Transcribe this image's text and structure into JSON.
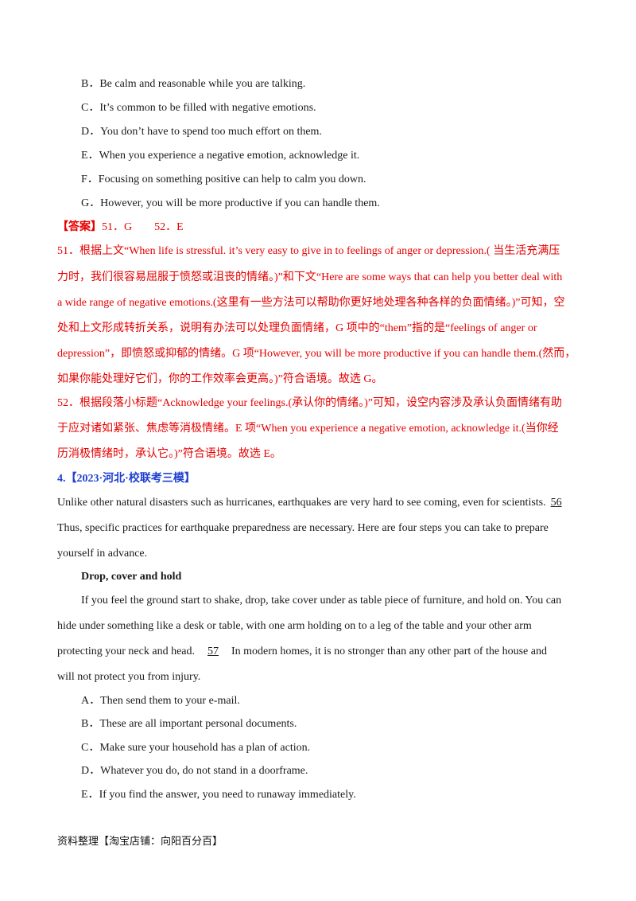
{
  "options_top": [
    {
      "letter": "B．",
      "text": "Be calm and reasonable while you are talking."
    },
    {
      "letter": "C．",
      "text": "It’s common to be filled with negative emotions."
    },
    {
      "letter": "D．",
      "text": "You don’t have to spend too much effort on them."
    },
    {
      "letter": "E．",
      "text": "When you experience a negative emotion, acknowledge it."
    },
    {
      "letter": "F．",
      "text": "Focusing on something positive can help to calm you down."
    },
    {
      "letter": "G．",
      "text": "However, you will be more productive if you can handle them."
    }
  ],
  "answer": {
    "label": "【答案】",
    "text": "51．G　　52．E"
  },
  "explanation_51": [
    "51．根据上文“When life is stressful. it’s very easy to give in to feelings of anger or depression.(  当生活充满压",
    "力时，我们很容易屈服于愤怒或沮丧的情绪。)”和下文“Here are some ways that can help you better deal with",
    "a wide range of negative emotions.(这里有一些方法可以帮助你更好地处理各种各样的负面情绪。)”可知，空",
    "处和上文形成转折关系，说明有办法可以处理负面情绪，G 项中的“them”指的是“feelings of anger or",
    "depression”，即愤怒或抑郁的情绪。G 项“However, you will be more productive if you can handle them.(然而，",
    "如果你能处理好它们，你的工作效率会更高。)”符合语境。故选 G。"
  ],
  "explanation_52": [
    "52．根据段落小标题“Acknowledge your feelings.(承认你的情绪。)”可知，设空内容涉及承认负面情绪有助",
    "于应对诸如紧张、焦虑等消极情绪。E 项“When you experience a negative emotion, acknowledge it.(当你经",
    "历消极情绪时，承认它。)”符合语境。故选 E。"
  ],
  "section": {
    "number": "4.",
    "title": "【2023·河北·校联考三模】"
  },
  "passage": {
    "line1": "Unlike other natural disasters such as hurricanes, earthquakes are very hard to see coming, even for scientists.",
    "blank56": "56",
    "line2": "Thus, specific practices for earthquake preparedness are necessary. Here are four steps you can take to prepare",
    "line3": "yourself in advance.",
    "subheading": "Drop, cover and hold",
    "p2_line1": "If you feel the ground start to shake, drop, take cover under as table piece of furniture, and hold on. You can",
    "p2_line2": "hide under something like a desk or table, with one arm holding on to a leg of the table and your other arm",
    "p2_line3_a": "protecting your neck and head.",
    "blank57": "57",
    "p2_line3_b": "In modern homes, it is no stronger than any other part of the house and",
    "p2_line4": "will not protect you from injury."
  },
  "options_bottom": [
    {
      "letter": "A．",
      "text": "Then send them to your e-mail."
    },
    {
      "letter": "B．",
      "text": "These are all important personal documents."
    },
    {
      "letter": "C．",
      "text": "Make sure your household has a plan of action."
    },
    {
      "letter": "D．",
      "text": "Whatever you do, do not stand in a doorframe."
    },
    {
      "letter": "E．",
      "text": "If you find the answer, you need to runaway immediately."
    }
  ],
  "footer": "资料整理【淘宝店铺：向阳百分百】"
}
